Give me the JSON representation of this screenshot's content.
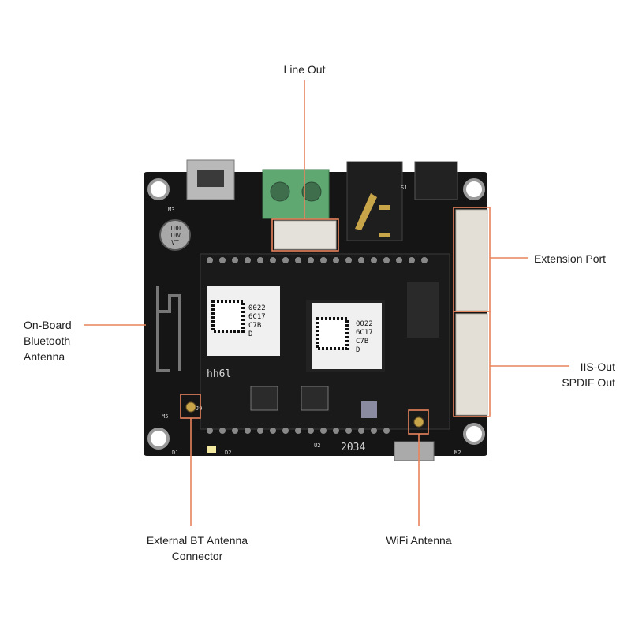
{
  "callouts": {
    "line_out": "Line Out",
    "extension_port": "Extension Port",
    "bt_antenna": [
      "On-Board",
      "Bluetooth",
      "Antenna"
    ],
    "iis_spdif": [
      "IIS-Out",
      "SPDIF Out"
    ],
    "ext_bt_connector": [
      "External BT Antenna",
      "Connector"
    ],
    "wifi_antenna": "WiFi Antenna"
  },
  "board_silkscreen": {
    "capacitor": [
      "100",
      "10V",
      "VT"
    ],
    "module_code": [
      "0022",
      "6C17",
      "C7B",
      "D"
    ],
    "m3": "M3",
    "m5": "M5",
    "m2": "M2",
    "s1": "S1",
    "d1": "D1",
    "d2": "D2",
    "u2": "U2",
    "j9": "J9",
    "serial": "2034",
    "logo": "hh6l"
  },
  "colors": {
    "callout": "#e8845c",
    "board": "#141414",
    "terminal": "#5fa872"
  }
}
